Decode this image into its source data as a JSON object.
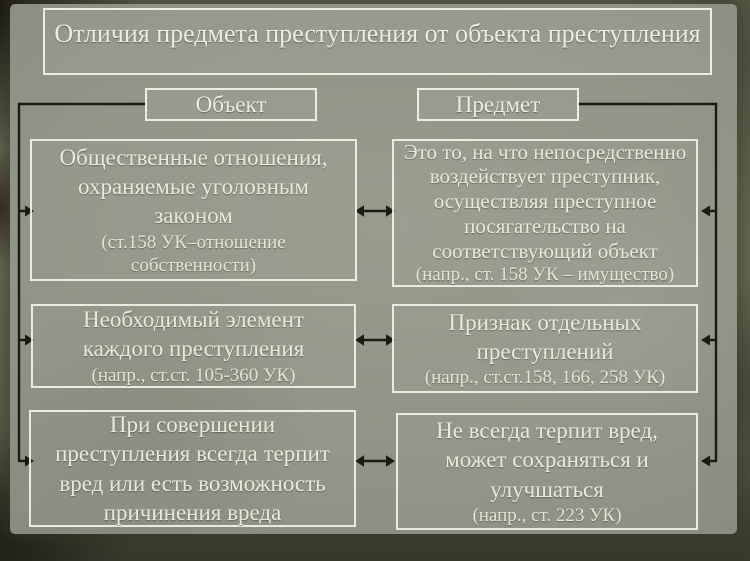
{
  "slide": {
    "title": "Отличия предмета преступления от объекта преступления"
  },
  "columns": {
    "left": "Объект",
    "right": "Предмет"
  },
  "rows": [
    {
      "left": {
        "text": "Общественные отношения,\nохраняемые уголовным\nзаконом",
        "note": "(ст.158 УК–отношение\nсобственности)"
      },
      "right": {
        "text": "Это то, на что непосредственно\nвоздействует преступник,\nосуществляя преступное\nпосягательство на\nсоответствующий объект",
        "note": "(напр., ст. 158 УК – имущество)"
      }
    },
    {
      "left": {
        "text": "Необходимый элемент\nкаждого преступления",
        "note": "(напр., ст.ст. 105-360 УК)"
      },
      "right": {
        "text": "Признак отдельных\nпреступлений",
        "note": "(напр., ст.ст.158, 166, 258 УК)"
      }
    },
    {
      "left": {
        "text": "При совершении\nпреступления всегда терпит\nвред или есть возможность\nпричинения вреда"
      },
      "right": {
        "text": "Не всегда терпит вред,\nможет сохраняться и\nулучшаться",
        "note": "(напр., ст. 223 УК)"
      }
    }
  ],
  "icons": {
    "double-arrow": "↔",
    "arrow-right": "→",
    "arrow-left": "←"
  },
  "colors": {
    "background_edge": "#565a45",
    "background_dark_corner": "#1f1c12",
    "paper": "#909486",
    "text": "#ebe9db",
    "box_border": "#f4f2e6",
    "connector": "#1b1b16"
  }
}
